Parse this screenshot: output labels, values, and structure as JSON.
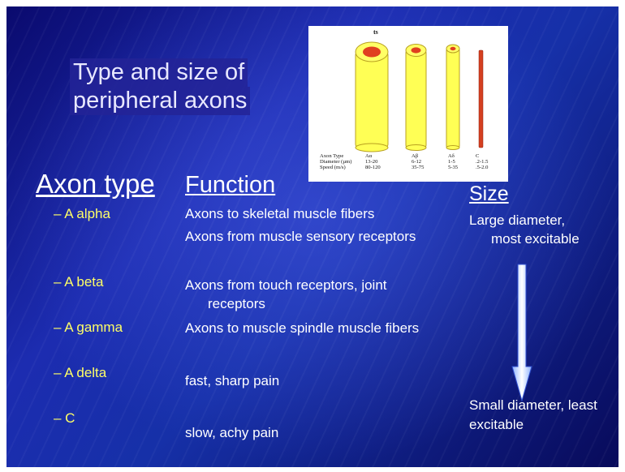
{
  "slide": {
    "title_line1": "Type and size of",
    "title_line2": "peripheral axons",
    "headers": {
      "axon_type": "Axon type",
      "function": "Function",
      "size": "Size"
    },
    "axon_types": [
      "– A alpha",
      "– A beta",
      "– A gamma",
      "– A delta",
      "– C"
    ],
    "functions": {
      "a_alpha_1": "Axons to skeletal muscle fibers",
      "a_alpha_2": "Axons from muscle sensory receptors",
      "a_beta_1": "Axons from touch receptors, joint",
      "a_beta_2": "receptors",
      "a_gamma": "Axons to muscle spindle muscle fibers",
      "a_delta": "fast, sharp pain",
      "c": "slow, achy pain"
    },
    "size": {
      "large_1": "Large diameter,",
      "large_2": "most excitable",
      "small_1": "Small diameter, least",
      "small_2": "excitable"
    },
    "diagram": {
      "heading_fragment": "ts",
      "row_labels": [
        "Axon Type",
        "Diameter (µm)",
        "Speed (m/s)"
      ],
      "columns": [
        {
          "type": "Aα",
          "diameter": "13-20",
          "speed": "80-120"
        },
        {
          "type": "Aβ",
          "diameter": "6-12",
          "speed": "35-75"
        },
        {
          "type": "Aδ",
          "diameter": "1-5",
          "speed": "5-35"
        },
        {
          "type": "C",
          "diameter": ".2-1.5",
          "speed": ".5-2.0"
        }
      ],
      "colors": {
        "myelin": "#ffff55",
        "axon_core": "#e04020",
        "unmyelinated": "#d44020"
      }
    }
  }
}
